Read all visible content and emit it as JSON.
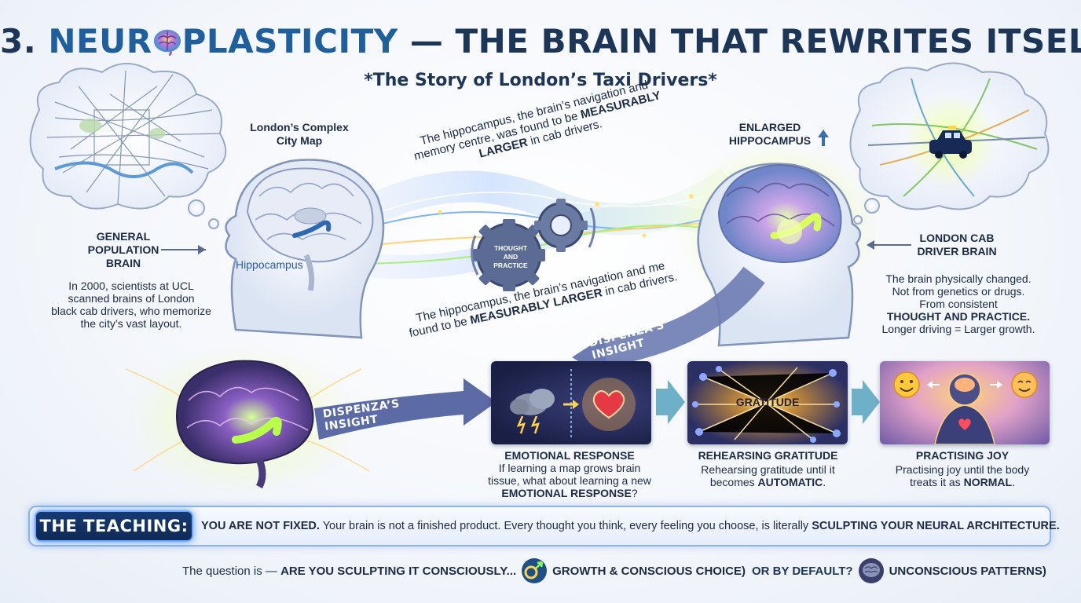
{
  "title": {
    "prefix": "3.",
    "part1": "NEUR",
    "part2": "PLASTICITY",
    "rest": "— THE BRAIN THAT REWRITES ITSELF"
  },
  "subtitle": "*The Story of London’s Taxi Drivers*",
  "left": {
    "map_label_line1": "London’s Complex",
    "map_label_line2": "City Map",
    "brain_label_line1": "GENERAL",
    "brain_label_line2": "POPULATION",
    "brain_label_line3": "BRAIN",
    "hippocampus_label": "Hippocampus",
    "desc_line1": "In 2000, scientists at UCL",
    "desc_line2": "scanned brains of London",
    "desc_line3": "black cab drivers, who memorize",
    "desc_line4": "the city’s vast layout."
  },
  "center": {
    "curved_top_line1": "The hippocampus, the brain’s navigation and",
    "curved_top_line2a": "memory centre, was found to be",
    "curved_top_line2b": "MEASURABLY",
    "curved_top_line3a": "LARGER",
    "curved_top_line3b": "in cab drivers.",
    "gear_label_line1": "THOUGHT",
    "gear_label_line2": "AND",
    "gear_label_line3": "PRACTICE",
    "curved_bottom_line1": "The hippocampus, the brain’s navigation and me",
    "curved_bottom_line2a": "found to be",
    "curved_bottom_line2b": "MEASURABLY LARGER",
    "curved_bottom_line2c": "in cab drivers."
  },
  "right": {
    "enlarged_line1": "ENLARGED",
    "enlarged_line2": "HIPPOCAMPUS",
    "brain_label_line1": "LONDON CAB",
    "brain_label_line2": "DRIVER BRAIN",
    "desc_line1": "The brain physically changed.",
    "desc_line2": "Not from genetics or drugs.",
    "desc_line3": "From consistent",
    "desc_line4": "THOUGHT AND PRACTICE.",
    "desc_line5": "Longer driving = Larger growth."
  },
  "insight": {
    "arrow_top": "DISPENZA’S INSIGHT",
    "arrow_bottom": "DISPENZA’S INSIGHT"
  },
  "steps": [
    {
      "title": "EMOTIONAL RESPONSE",
      "line1": "If learning a map grows brain",
      "line2": "tissue, what about learning a new",
      "line3a": "EMOTIONAL RESPONSE",
      "line3b": "?"
    },
    {
      "title": "REHEARSING GRATITUDE",
      "panel_label": "GRATITUDE",
      "line1": "Rehearsing gratitude until it",
      "line2a": "becomes",
      "line2b": "AUTOMATIC",
      "line2c": "."
    },
    {
      "title": "PRACTISING JOY",
      "line1": "Practising joy until the body",
      "line2a": "treats it as",
      "line2b": "NORMAL",
      "line2c": "."
    }
  ],
  "teaching": {
    "label": "THE TEACHING:",
    "bold1": "YOU ARE NOT FIXED.",
    "text1": " Your brain is not a finished product. Every thought you think, every feeling you choose, is literally ",
    "bold2": "SCULPTING YOUR NEURAL ARCHITECTURE."
  },
  "question": {
    "lead": "The question is — ",
    "bold1": "ARE YOU SCULPTING IT CONSCIOUSLY...",
    "bold2": "GROWTH & CONSCIOUS CHOICE)",
    "bold3": "OR BY DEFAULT?",
    "bold4": "UNCONSCIOUS PATTERNS)"
  },
  "colors": {
    "navy": "#1d3557",
    "accent_blue": "#1f5f9e",
    "glow_green": "#9dff5a",
    "arrow_purple": "#5a6aa8",
    "teaching_bg": "#173a72"
  },
  "icons": [
    "brain-icon",
    "gear-icon",
    "taxi-icon",
    "storm-cloud-icon",
    "heart-icon",
    "smiley-icon",
    "up-arrow-icon"
  ]
}
